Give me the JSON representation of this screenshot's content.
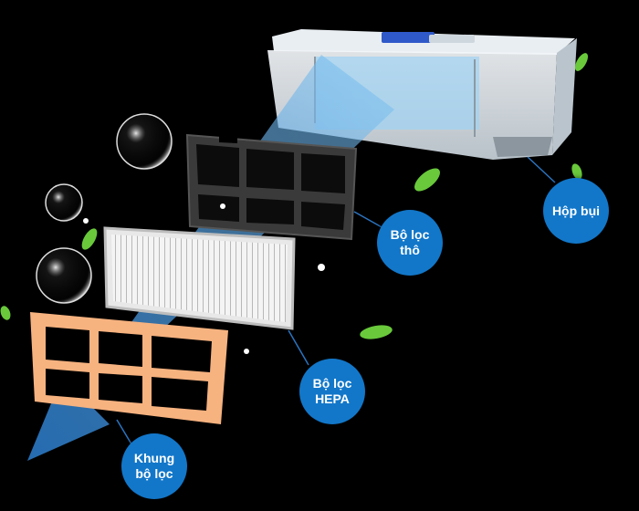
{
  "callouts": {
    "dust_box": "Hộp bụi",
    "coarse_filter": "Bộ lọc\nthô",
    "hepa_filter": "Bộ lọc\nHEPA",
    "filter_frame": "Khung\nbộ lọc"
  },
  "colors": {
    "background": "#000000",
    "callout": "#1277c9",
    "airflow_arrow": "#3d8fd6",
    "frame_orange": "#f6b27f",
    "leaf_green": "#69c93b"
  },
  "icons": [
    "dust-box-image",
    "coarse-filter-image",
    "hepa-filter-image",
    "filter-frame-image",
    "airflow-arrow",
    "bubble-icon",
    "leaf-icon",
    "dust-particle-icon"
  ]
}
